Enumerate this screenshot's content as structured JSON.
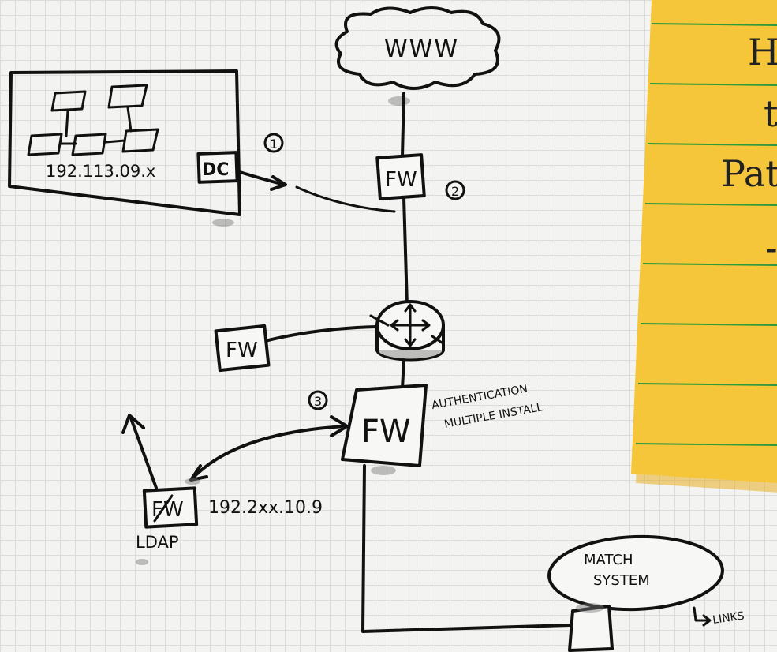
{
  "cloud": {
    "label": "WWW"
  },
  "network": {
    "ip": "192.113.09.x",
    "dc_label": "DC"
  },
  "firewalls": {
    "top": "FW",
    "left": "FW",
    "main": "FW",
    "ldap": "FW"
  },
  "steps": [
    "1",
    "2",
    "3"
  ],
  "annotations": {
    "auth_line1": "AUTHENTICATION",
    "auth_line2": "MULTIPLE INSTALL",
    "ldap_ip": "192.2xx.10.9",
    "ldap_label": "LDAP",
    "match_line1": "MATCH",
    "match_line2": "SYSTEM",
    "links": "LINKS"
  },
  "sticky_note": {
    "color": "#f5c63a",
    "line_color": "#2e9a3a",
    "lines": [
      "H",
      "t",
      "Pat",
      "-"
    ]
  }
}
